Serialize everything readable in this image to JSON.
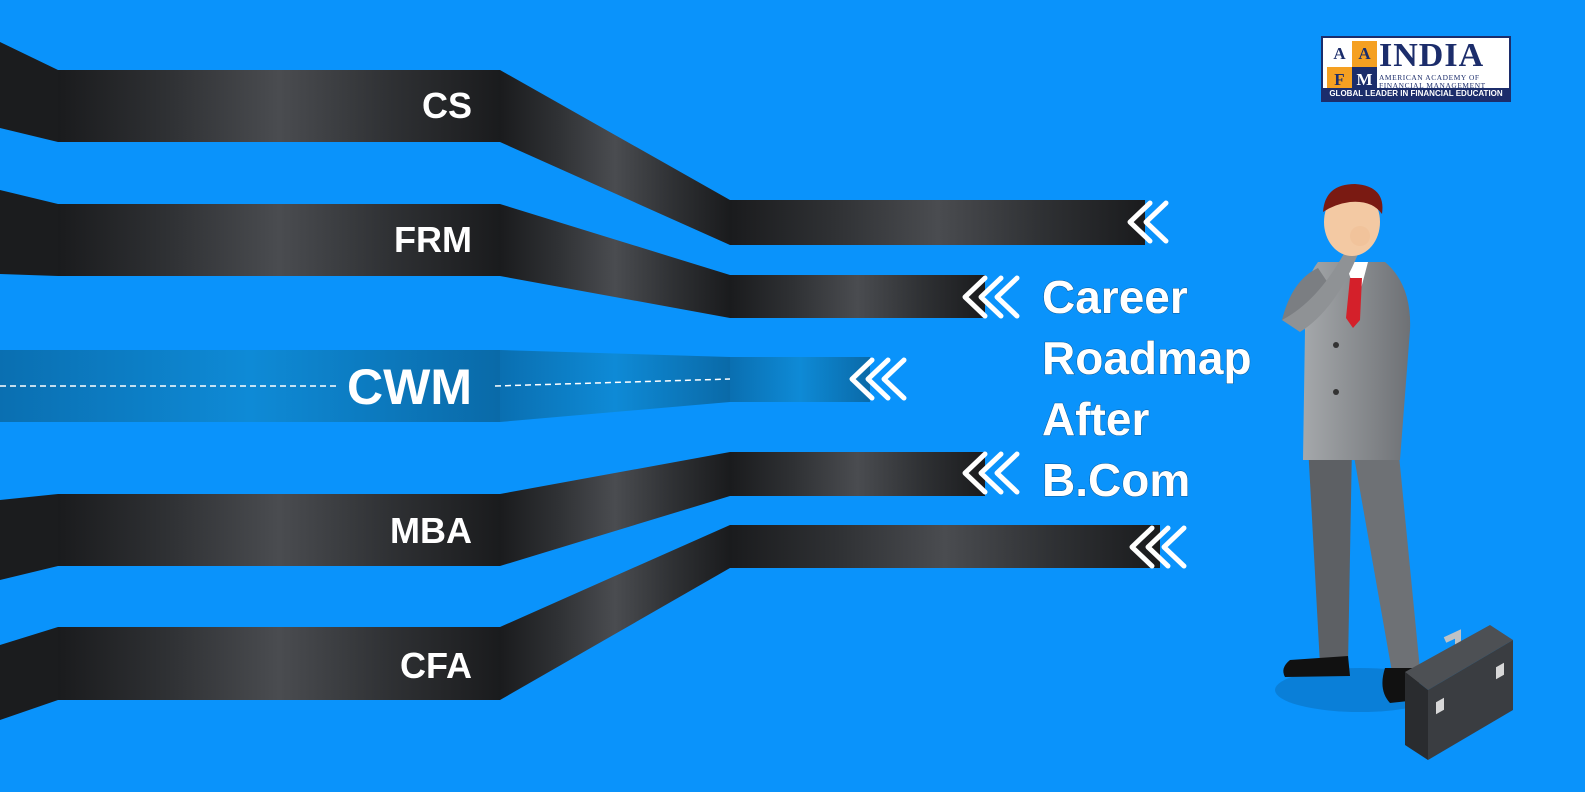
{
  "logo": {
    "tiles": [
      "A",
      "A",
      "F",
      "M"
    ],
    "brand": "INDIA",
    "sub_line1": "AMERICAN ACADEMY OF",
    "sub_line2": "FINANCIAL MANAGEMENT",
    "tagline": "GLOBAL LEADER IN FINANCIAL EDUCATION"
  },
  "roads": [
    {
      "label": "CS",
      "highlighted": false
    },
    {
      "label": "FRM",
      "highlighted": false
    },
    {
      "label": "CWM",
      "highlighted": true
    },
    {
      "label": "MBA",
      "highlighted": false
    },
    {
      "label": "CFA",
      "highlighted": false
    }
  ],
  "heading": [
    "Career",
    "Roadmap",
    "After",
    "B.Com"
  ],
  "colors": {
    "background": "#0a93fb",
    "road_dark": "#2b2d30",
    "road_highlight": "#0d7fc6",
    "text": "#ffffff",
    "logo_navy": "#1c2d6b",
    "logo_orange": "#f5a021",
    "tie": "#d4202a",
    "suit": "#8c8f92"
  },
  "icons": [
    "chevron-left-icon",
    "businessman-illustration",
    "briefcase-icon"
  ]
}
